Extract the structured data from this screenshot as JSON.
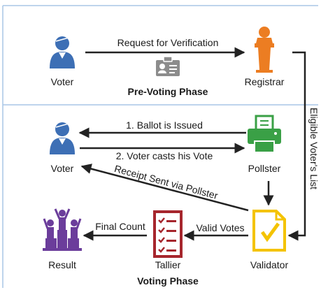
{
  "pre_voting": {
    "phase_title": "Pre-Voting Phase",
    "voter_label": "Voter",
    "registrar_label": "Registrar",
    "request_label": "Request for Verification"
  },
  "voting": {
    "phase_title": "Voting Phase",
    "voter_label": "Voter",
    "pollster_label": "Pollster",
    "validator_label": "Validator",
    "tallier_label": "Tallier",
    "result_label": "Result",
    "ballot_issued_label": "1. Ballot is Issued",
    "voter_casts_label": "2. Voter casts his Vote",
    "receipt_label": "Receipt Sent via Pollster",
    "valid_votes_label": "Valid Votes",
    "final_count_label": "Final Count",
    "eligible_list_label": "Eligible Voter's List"
  },
  "colors": {
    "person_blue": "#3d6fb5",
    "registrar_orange": "#ec7d22",
    "pollster_green": "#3aa046",
    "validator_yellow": "#f4c300",
    "tallier_red": "#a6262d",
    "result_purple": "#6b3d9b",
    "arrow": "#222222",
    "divider": "#a9c6e6"
  }
}
